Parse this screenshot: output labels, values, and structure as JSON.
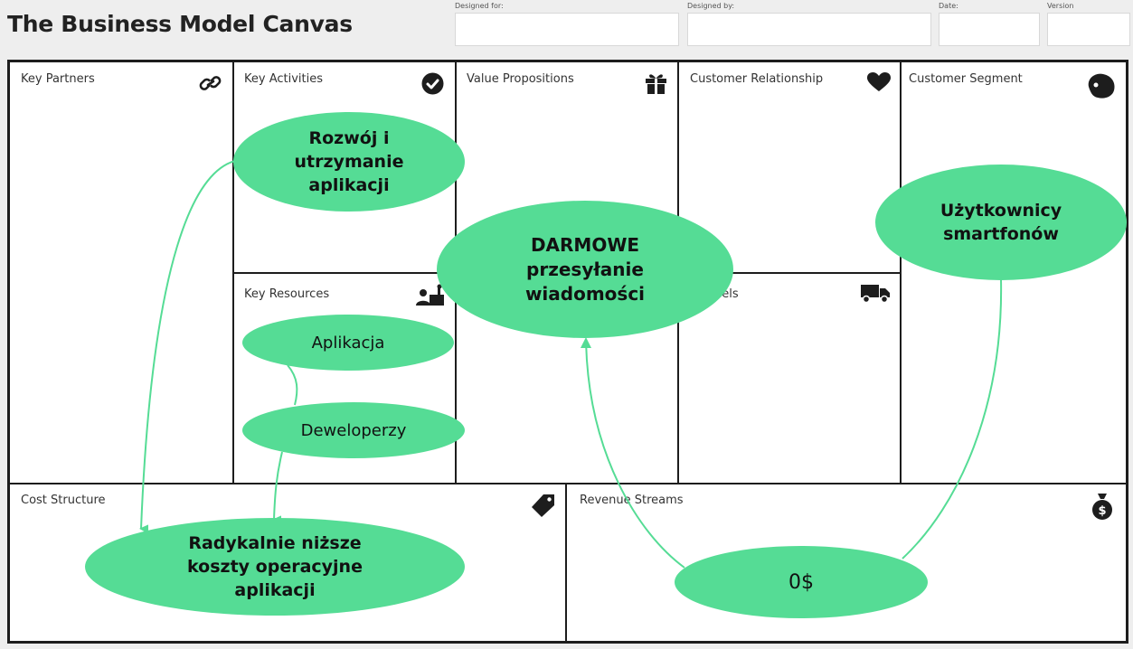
{
  "header": {
    "title": "The Business Model Canvas",
    "designed_for_label": "Designed for:",
    "designed_by_label": "Designed by:",
    "date_label": "Date:",
    "version_label": "Version"
  },
  "blocks": {
    "key_partners": "Key Partners",
    "key_activities": "Key Activities",
    "key_resources": "Key Resources",
    "value_propositions": "Value Propositions",
    "customer_relationship": "Customer Relationship",
    "channels": "nels",
    "customer_segment": "Customer Segment",
    "cost_structure": "Cost Structure",
    "revenue_streams": "Revenue Streams"
  },
  "bubbles": {
    "activities": "Rozwój i\nutrzymanie\naplikacji",
    "value": "DARMOWE\nprzesyłanie\nwiadomości",
    "segment": "Użytkownicy\nsmartfonów",
    "resource_app": "Aplikacja",
    "resource_devs": "Deweloperzy",
    "cost": "Radykalnie niższe\nkoszty operacyjne\naplikacji",
    "revenue": "0$"
  },
  "colors": {
    "bubble": "#55dc95",
    "connector": "#55dc95",
    "grid": "#1d1d1d"
  },
  "icons": {
    "key_partners": "link-icon",
    "key_activities": "check-circle-icon",
    "key_resources": "people-icon",
    "value_propositions": "gift-icon",
    "customer_relationship": "heart-icon",
    "channels": "truck-icon",
    "customer_segment": "person-head-icon",
    "cost_structure": "price-tag-icon",
    "revenue_streams": "money-bag-icon"
  }
}
